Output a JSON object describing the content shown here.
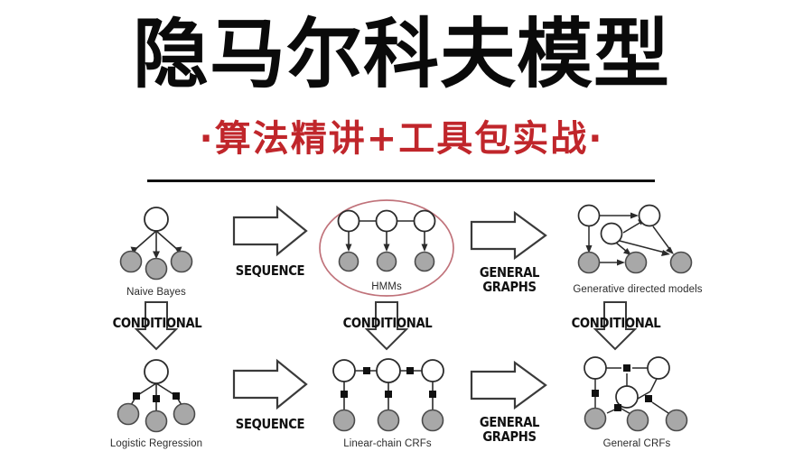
{
  "cover": {
    "background_color": "#ffffff",
    "title_main": "隐马尔科夫模型",
    "title_main_color": "#0a0a0a",
    "title_sub": "·算法精讲+工具包实战·",
    "title_sub_color": "#c0262b",
    "divider_color": "#111111"
  },
  "diagram": {
    "palette": {
      "node_hidden_fill": "#ffffff",
      "node_observed_fill": "#a8a8a8",
      "node_stroke": "#2b2b2b",
      "factor_fill": "#111111",
      "edge": "#2b2b2b",
      "highlight_ellipse": "#c0727a",
      "arrow_stroke": "#3a3a3a",
      "arrow_fill": "#ffffff"
    },
    "models": [
      {
        "id": "naive-bayes",
        "caption": "Naive Bayes",
        "family": "generative-directed",
        "nodes": {
          "hidden": 1,
          "observed": 3
        },
        "edge_style": "directed"
      },
      {
        "id": "hmms",
        "caption": "HMMs",
        "family": "generative-directed",
        "nodes": {
          "hidden": 3,
          "observed": 3
        },
        "edge_style": "directed",
        "highlighted": true
      },
      {
        "id": "generative-directed-models",
        "caption": "Generative directed models",
        "family": "generative-directed",
        "nodes": {
          "hidden": 3,
          "observed": 3
        },
        "edge_style": "directed"
      },
      {
        "id": "logistic-regression",
        "caption": "Logistic Regression",
        "family": "conditional-undirected",
        "nodes": {
          "hidden": 1,
          "observed": 3,
          "factors": 3
        },
        "edge_style": "undirected-factor"
      },
      {
        "id": "linear-chain-crfs",
        "caption": "Linear-chain CRFs",
        "family": "conditional-undirected",
        "nodes": {
          "hidden": 3,
          "observed": 3,
          "factors": 5
        },
        "edge_style": "undirected-factor"
      },
      {
        "id": "general-crfs",
        "caption": "General CRFs",
        "family": "conditional-undirected",
        "nodes": {
          "hidden": 3,
          "observed": 3,
          "factors": 4
        },
        "edge_style": "undirected-factor"
      }
    ],
    "transitions": [
      {
        "id": "sequence-top",
        "label": "SEQUENCE",
        "direction": "right",
        "lines": [
          "SEQUENCE"
        ]
      },
      {
        "id": "general-graphs-top",
        "label": "GENERAL GRAPHS",
        "direction": "right",
        "lines": [
          "GENERAL",
          "GRAPHS"
        ]
      },
      {
        "id": "conditional-left",
        "label": "CONDITIONAL",
        "direction": "down",
        "lines": [
          "CONDITIONAL"
        ]
      },
      {
        "id": "conditional-middle",
        "label": "CONDITIONAL",
        "direction": "down",
        "lines": [
          "CONDITIONAL"
        ]
      },
      {
        "id": "conditional-right",
        "label": "CONDITIONAL",
        "direction": "down",
        "lines": [
          "CONDITIONAL"
        ]
      },
      {
        "id": "sequence-bottom",
        "label": "SEQUENCE",
        "direction": "right",
        "lines": [
          "SEQUENCE"
        ]
      },
      {
        "id": "general-graphs-bottom",
        "label": "GENERAL GRAPHS",
        "direction": "right",
        "lines": [
          "GENERAL",
          "GRAPHS"
        ]
      }
    ]
  }
}
